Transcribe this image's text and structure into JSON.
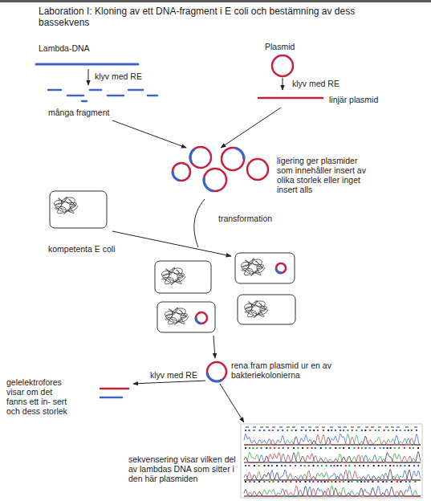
{
  "diagram": {
    "title": "Laboration I: Kloning av ett DNA-fragment i E coli och bestämning av dess bassekvens",
    "nodes": [
      {
        "text": [
          "Lambda-DNA"
        ]
      },
      {
        "text": [
          "Plasmid"
        ]
      },
      {
        "text": [
          "många fragment"
        ]
      },
      {
        "text": [
          "linjär plasmid"
        ]
      },
      {
        "text": [
          "ligering ger plasmider som innehåller insert av olika storlek eller inget insert alls"
        ]
      },
      {
        "text": [
          "kompetenta E coli"
        ]
      },
      {
        "text": [
          "rena fram plasmid ur en av bakteriekolonierna"
        ]
      },
      {
        "text": [
          "gelelektrofores visar om det fanns ett in- sert och dess storlek"
        ]
      },
      {
        "text": [
          "sekvensering visar vilken del av lambdas DNA som sitter i den här plasmiden"
        ]
      }
    ],
    "edges": [
      {
        "from": 0,
        "to": 2,
        "arrow": "to",
        "label": "klyv med RE"
      },
      {
        "from": 1,
        "to": 3,
        "arrow": "to",
        "label": "klyv med RE"
      },
      {
        "from": 2,
        "to": 4,
        "arrow": "to"
      },
      {
        "from": 3,
        "to": 4,
        "arrow": "to"
      },
      {
        "from": 6,
        "to": 7,
        "arrow": "to",
        "label": "klyv med RE"
      },
      {
        "from": 6,
        "to": 8,
        "arrow": "to"
      }
    ],
    "labels": [
      "transformation"
    ]
  }
}
